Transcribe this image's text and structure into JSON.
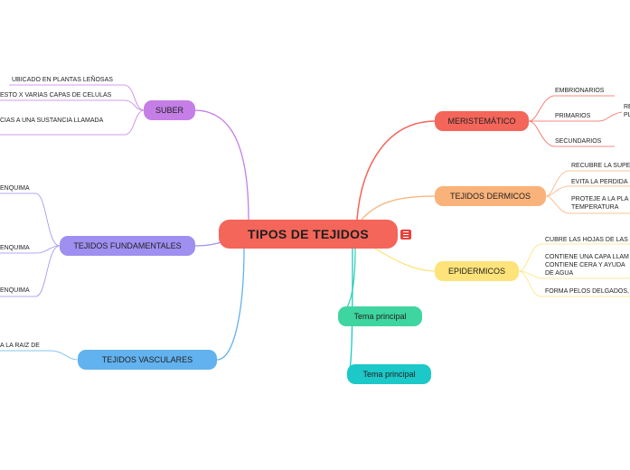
{
  "root": {
    "label": "TIPOS DE TEJIDOS",
    "color": "#f4655a"
  },
  "branches": {
    "meristematico": {
      "label": "MERISTEMÁTICO",
      "color": "#f4655a",
      "children": [
        "EMBRIONARIOS",
        "PRIMARIOS",
        "SECUNDARIOS"
      ],
      "primarios_child": [
        "RE",
        "PL"
      ]
    },
    "dermicos": {
      "label": "TEJIDOS DERMICOS",
      "color": "#f9b27a",
      "children": [
        "RECUBRE LA SUPE",
        "EVITA LA PERDIDA",
        "PROTEJE A LA PLA",
        "TEMPERATURA"
      ]
    },
    "epidermicos": {
      "label": "EPIDERMICOS",
      "color": "#fde37a",
      "children": [
        "CUBRE LAS HOJAS DE LAS",
        "CONTIENE UNA CAPA LLAM",
        "CONTIENE CERA Y AYUDA",
        "DE AGUA",
        "FORMA PELOS DELGADOS,"
      ]
    },
    "tema1": {
      "label": "Tema principal",
      "color": "#3fd5a0"
    },
    "tema2": {
      "label": "Tema principal",
      "color": "#1cc8c8"
    },
    "suber": {
      "label": "SUBER",
      "color": "#c47ee6",
      "children": [
        "UBICADO EN PLANTAS LEÑOSAS",
        "ESTO X VARIAS CAPAS DE CELULAS",
        "CIAS A UNA SUSTANCIA LLAMADA"
      ]
    },
    "fundamentales": {
      "label": "TEJIDOS FUNDAMENTALES",
      "color": "#9f8ff0",
      "children": [
        "ENQUIMA",
        "ENQUIMA",
        "ENQUIMA"
      ]
    },
    "vasculares": {
      "label": "TEJIDOS VASCULARES",
      "color": "#62b2ef",
      "children": [
        "A LA RAIZ DE"
      ]
    }
  },
  "icons": {
    "menu": "menu-icon"
  }
}
